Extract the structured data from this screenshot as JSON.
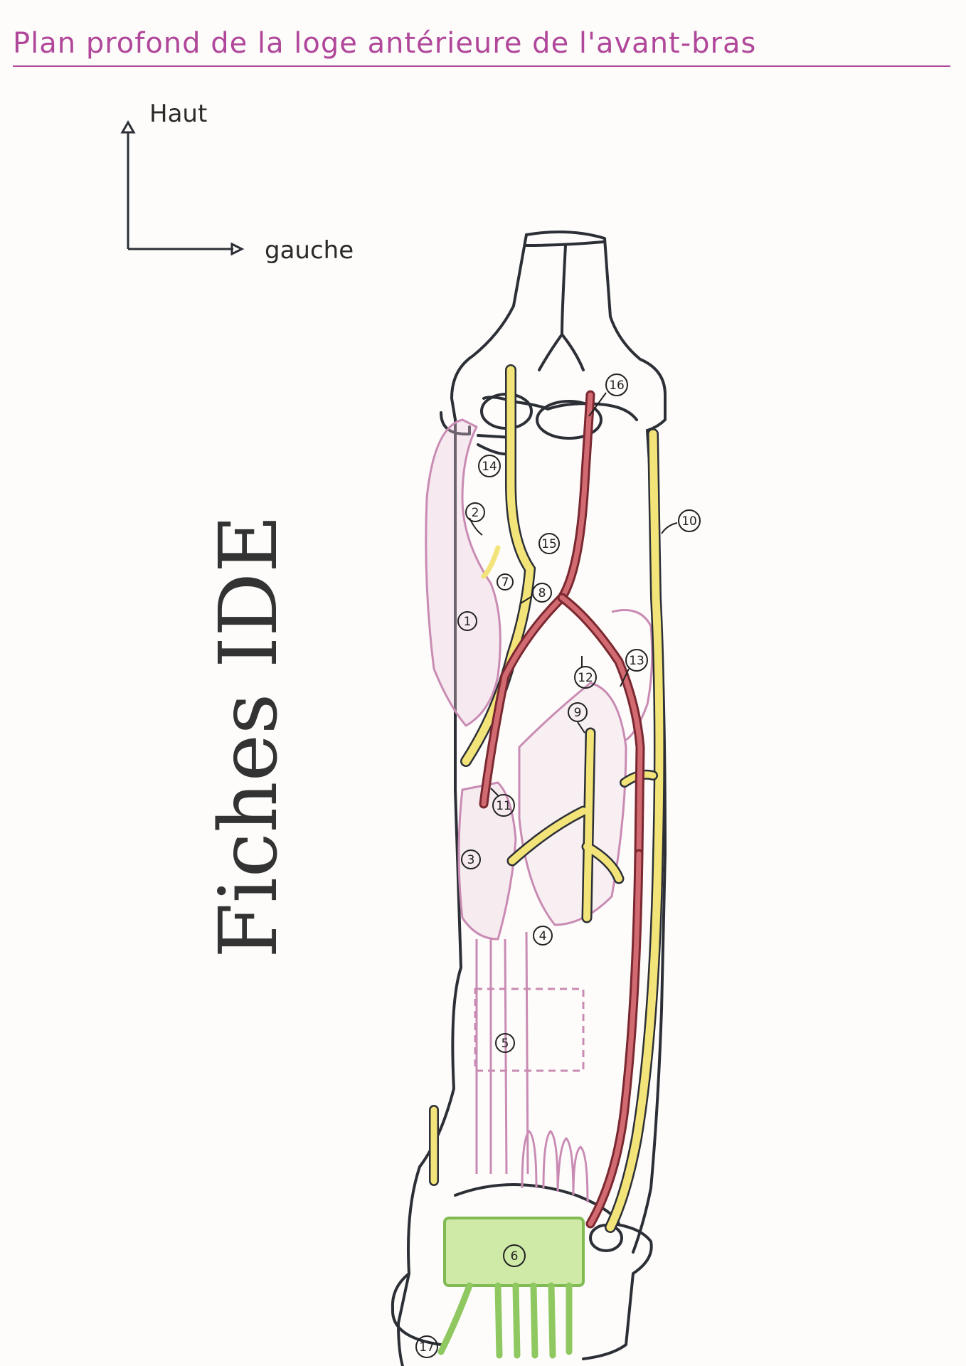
{
  "title": "Plan profond de la loge antérieure de l'avant-bras",
  "watermark": "Fiches IDE",
  "orientation": {
    "up_label": "Haut",
    "left_label": "gauche"
  },
  "colors": {
    "outline": "#2c3036",
    "muscle": "#c98bb3",
    "nerve": "#f2e479",
    "artery": "#b5404a",
    "retinaculum": "#b9e08c",
    "title": "#b0479a"
  },
  "labels": [
    "1",
    "2",
    "3",
    "4",
    "5",
    "6",
    "7",
    "8",
    "9",
    "10",
    "11",
    "12",
    "13",
    "14",
    "15",
    "16",
    "17"
  ]
}
